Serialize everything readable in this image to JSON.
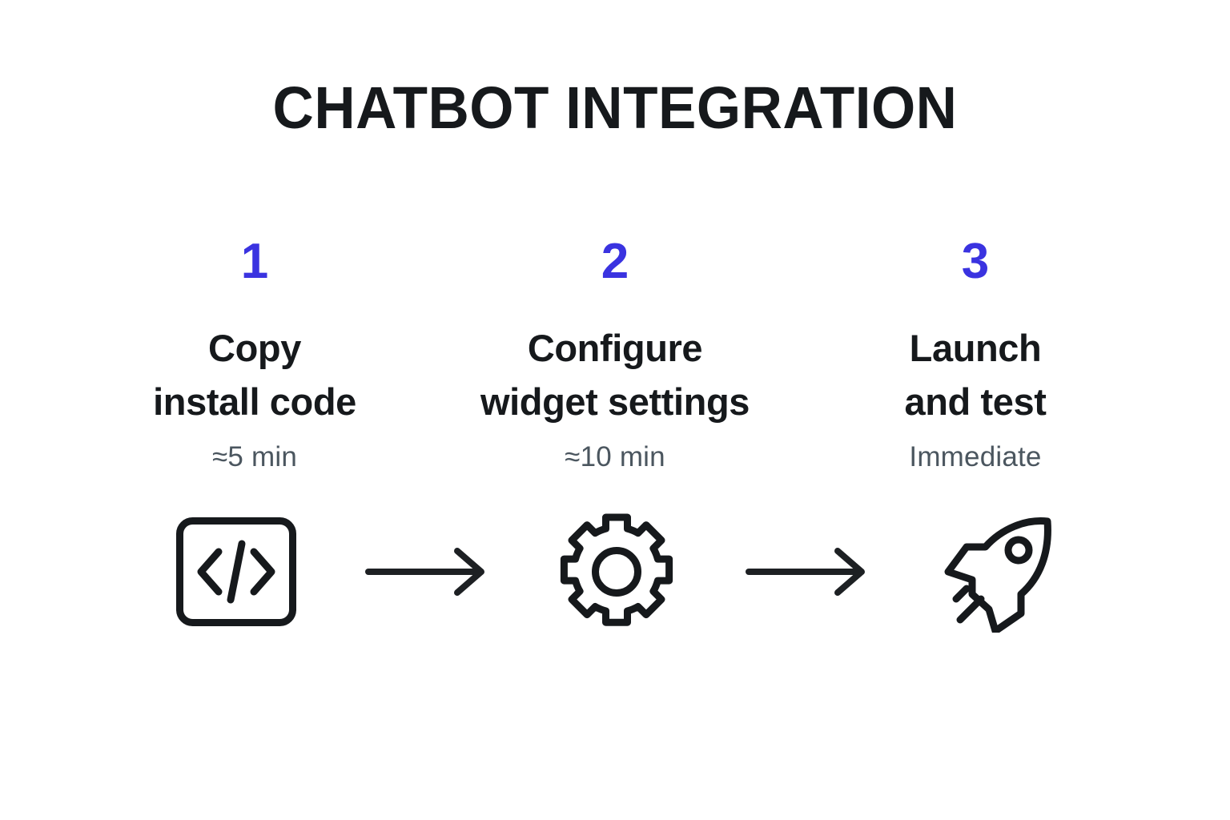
{
  "title": "CHATBOT INTEGRATION",
  "colors": {
    "background": "#ffffff",
    "title": "#16191c",
    "step_number": "#3a33e0",
    "heading": "#16191c",
    "subtitle": "#4b565f",
    "icon_stroke": "#16191c",
    "arrow": "#1d2023"
  },
  "steps": [
    {
      "number": "1",
      "heading": "Copy\ninstall code",
      "heading_line1": "Copy",
      "heading_line2": "install code",
      "subtitle": "≈5 min",
      "icon": "code-brackets-icon"
    },
    {
      "number": "2",
      "heading": "Configure\nwidget settings",
      "heading_line1": "Configure",
      "heading_line2": "widget settings",
      "subtitle": "≈10 min",
      "icon": "gear-icon"
    },
    {
      "number": "3",
      "heading": "Launch\nand test",
      "heading_line1": "Launch",
      "heading_line2": "and test",
      "subtitle": "Immediate",
      "icon": "rocket-icon"
    }
  ],
  "connectors": [
    {
      "name": "arrow-right-icon",
      "from": "step-1",
      "to": "step-2"
    },
    {
      "name": "arrow-right-icon",
      "from": "step-2",
      "to": "step-3"
    }
  ]
}
